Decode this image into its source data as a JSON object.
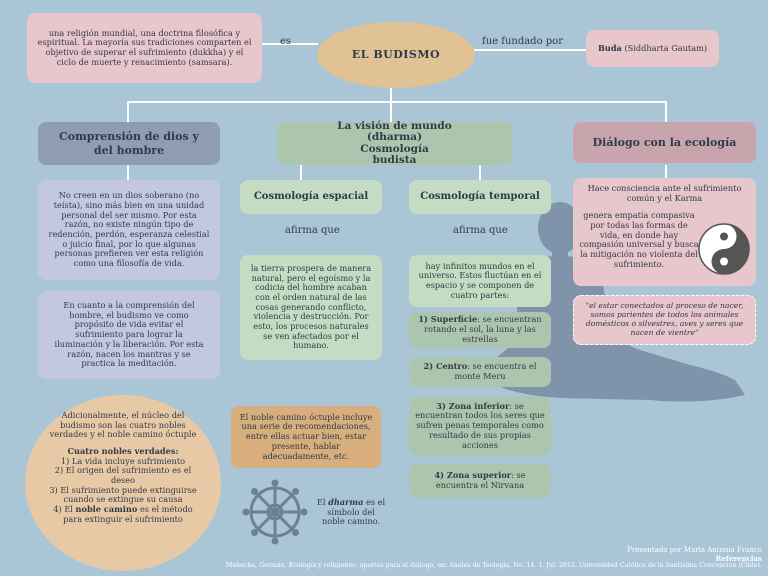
{
  "center": "EL BUDISMO",
  "left_def": "una religión mundial, una doctrina filosófica y espiritual. La mayoría sus tradiciones comparten el objetivo de superar el sufrimiento (dukkha) y el ciclo de muerte y renacimiento (samsara).",
  "es_label": "es",
  "fundado_label": "fue fundado por",
  "founder_bold": "Buda",
  "founder_rest": " (Siddharta Gautam)",
  "col1": {
    "title": "Comprensión de dios y del hombre",
    "p1": "No creen en un dios soberano (no teísta), sino más bien en una unidad personal del ser mismo. Por esta razón, no existe ningún tipo de redención, perdón, esperanza celestial o juicio final, por lo que algunas personas prefieren ver esta religión como una filosofía de vida.",
    "p2": "En cuanto a la comprensión del hombre, el budismo ve como propósito de vida evitar el sufrimiento para lograr la iluminación y la liberación. Por esta razón, nacen los mantras y se practica la meditación.",
    "circle_intro": "Adicionalmente, el núcleo del budismo son las cuatro nobles verdades y el noble camino óctuple",
    "circle_head": "Cuatro nobles verdades:",
    "v1": "1) La vida incluye sufrimiento",
    "v2": "2) El origen del sufrimiento es el deseo",
    "v3": "3) El sufrimiento puede extinguirse cuando se extingue su causa",
    "v4_pre": "4) El ",
    "v4_bold": "noble camino",
    "v4_post": " es el método para extinguir el sufrimiento"
  },
  "col2": {
    "title": "La visión de mundo (dharma) Cosmología budista",
    "espacial": "Cosmología espacial",
    "temporal": "Cosmología temporal",
    "afirma1": "afirma que",
    "afirma2": "afirma que",
    "espacial_text": "la tierra prospera de manera natural, pero el egoísmo y la codicia del hombre acaban con el orden natural de las cosas generando conflicto, violencia y destrucción. Por esto, los procesos naturales se ven afectados por el humano.",
    "octuple": "El noble camino óctuple incluye una serie de recomendaciones, entre ellas actuar bien, estar presente, hablar adecuadamente, etc.",
    "dharma_pre": "El ",
    "dharma_bold": "dharma",
    "dharma_post": " es el símbolo del noble camino.",
    "temporal_intro": "hay infinitos mundos en el universo. Estos fluctúan en el espacio y se componen de cuatro partes:",
    "t1_bold": "1) Superficie",
    "t1_rest": ": se encuentran rotando el sol, la luna y las estrellas",
    "t2_bold": "2) Centro",
    "t2_rest": ": se encuentra el monte Meru",
    "t3_bold": "3)  Zona inferior",
    "t3_rest": ": se encuentran todos los seres que sufren penas temporales como resultado de sus propias acciones",
    "t4_bold": "4) Zona superior",
    "t4_rest": ": se encuentra el Nirvana"
  },
  "col3": {
    "title": "Diálogo con la ecología",
    "p1a": "Hace consciencia ante el sufrimiento común y el Karma",
    "p1b": "genera empatía compasiva por todas las formas de vida, en donde hay compasión universal y busca la mitigación no violenta del sufrimiento.",
    "quote": "\"el estar conectados al proceso de nacer, somos parientes de todos los animales domésticos o silvestres, aves y seres que nacen de vientre\""
  },
  "credit": "Presentado por María Antonia Franco",
  "refs_title": "Referencias",
  "reference": "Mahecha, Germán. Ecología y religiones: aportes para el diálogo, en: Anales de Teología. No. 14. 1. Jul. 2012. Universidad Católica de la Santísima Concepción (Chile).",
  "colors": {
    "background": "#a9c5d6",
    "center_oval": "#e0c294",
    "pink": "#e7c6cc",
    "green": "#c3dcc2",
    "slate": "#8f9db2"
  }
}
